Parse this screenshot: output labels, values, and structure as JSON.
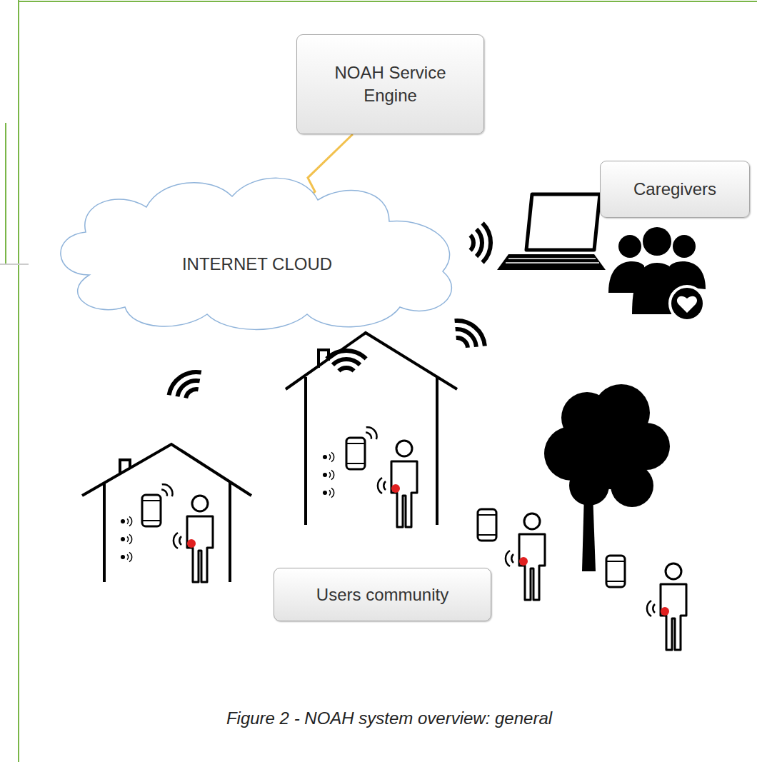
{
  "diagram": {
    "caption": "Figure 2 - NOAH system overview: general",
    "nodes": [
      {
        "text": [
          "NOAH Service Engine"
        ]
      },
      {
        "text": [
          "INTERNET CLOUD"
        ]
      },
      {
        "text": [
          "Caregivers"
        ]
      },
      {
        "text": [
          "Users community"
        ]
      }
    ],
    "edges": [
      {
        "from": 0,
        "to": 1,
        "arrow": "none"
      }
    ]
  }
}
